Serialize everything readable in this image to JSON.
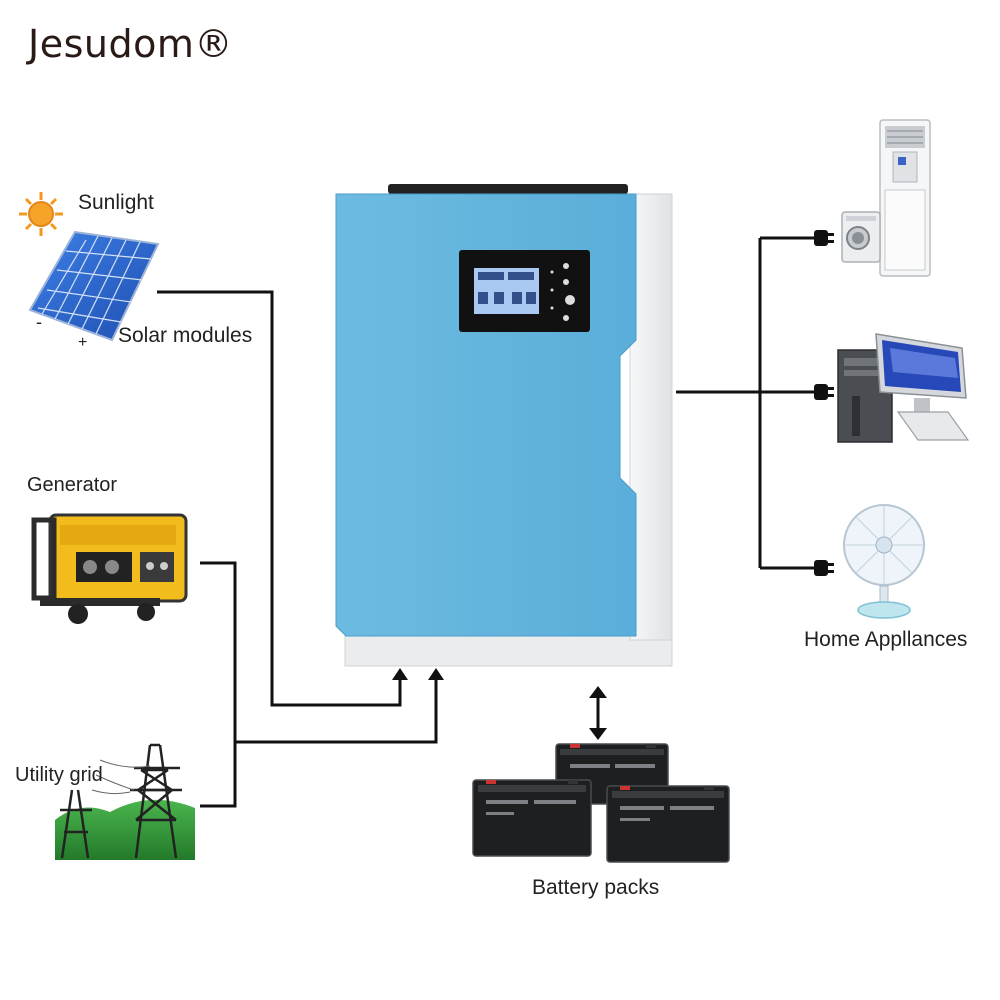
{
  "brand": {
    "name": "Jesudom®"
  },
  "sources": {
    "sunlight": "Sunlight",
    "solar": "Solar modules",
    "solar_minus": "-",
    "solar_plus": "+",
    "generator": "Generator",
    "grid": "Utility grid"
  },
  "outputs": {
    "appliances": "Home Appllances",
    "batteries": "Battery packs"
  },
  "colors": {
    "inverter_body": "#63b4dd",
    "inverter_frame": "#eef0f2",
    "wire": "#111111",
    "generator_yellow": "#f2bd1c",
    "solar_blue": "#2f6fd6",
    "sun": "#f39a1e",
    "grass": "#2e9a37"
  },
  "icons": [
    "sun-icon",
    "solar-panel-icon",
    "generator-icon",
    "power-tower-icon",
    "inverter-icon",
    "air-conditioner-icon",
    "washing-machine-icon",
    "desktop-computer-icon",
    "fan-icon",
    "battery-icon",
    "plug-icon",
    "arrow-up-icon",
    "double-arrow-icon"
  ]
}
